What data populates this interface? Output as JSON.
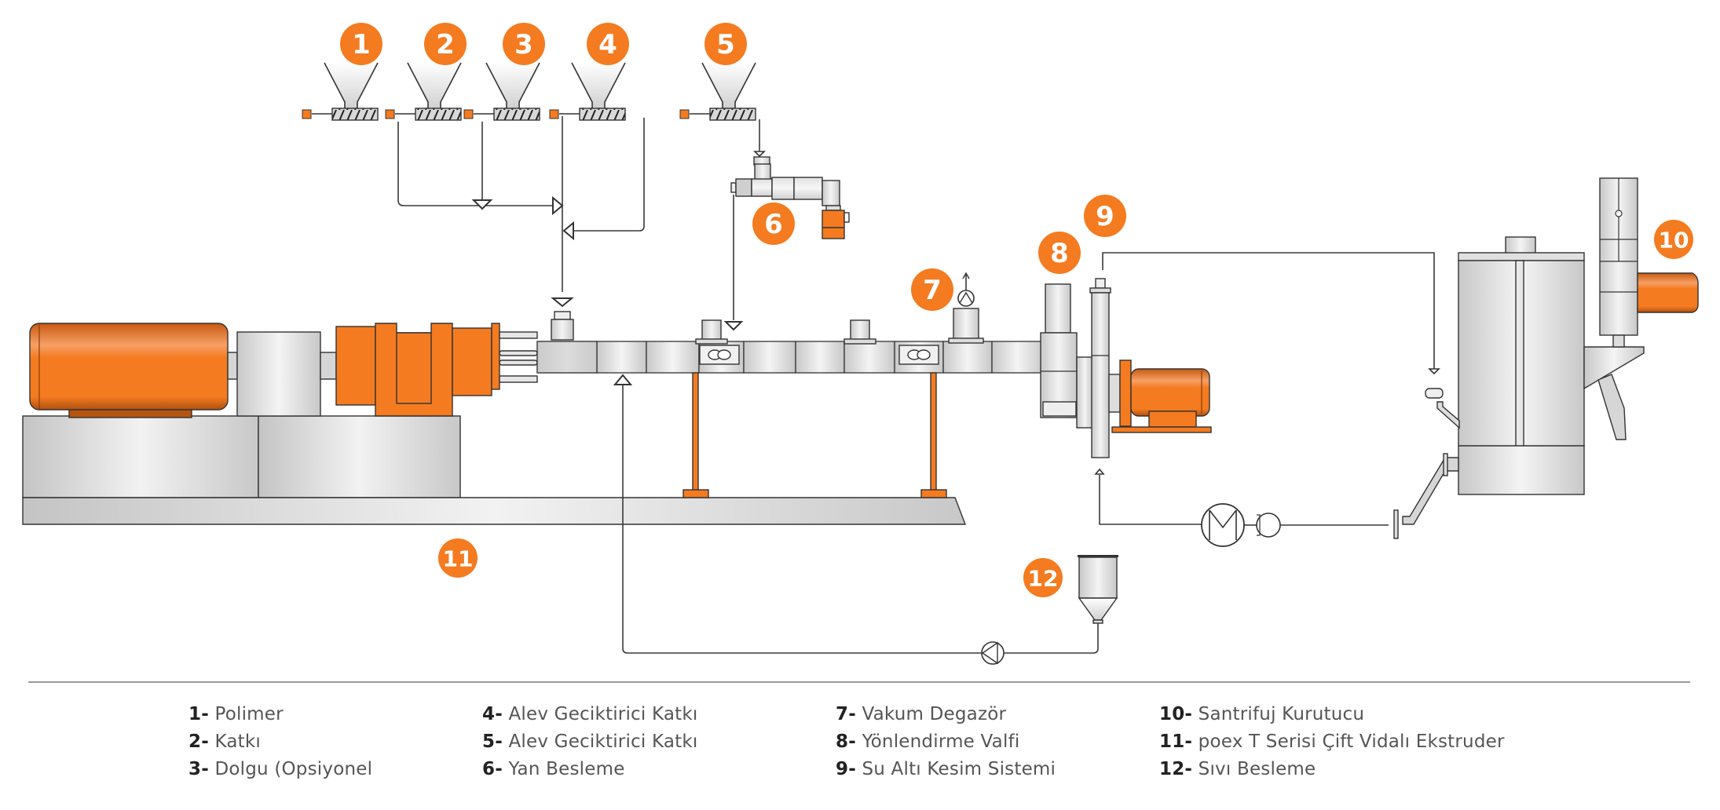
{
  "colors": {
    "accent": "#f47b20",
    "accent_dark": "#c85a12",
    "steel_light": "#f2f2f2",
    "steel_mid": "#d4d4d4",
    "steel_dark": "#b8b8b8",
    "line": "#3a3a3a",
    "divider": "#9a9a9a"
  },
  "badges": [
    {
      "id": "1",
      "text": "1"
    },
    {
      "id": "2",
      "text": "2"
    },
    {
      "id": "3",
      "text": "3"
    },
    {
      "id": "4",
      "text": "4"
    },
    {
      "id": "5",
      "text": "5"
    },
    {
      "id": "6",
      "text": "6"
    },
    {
      "id": "7",
      "text": "7"
    },
    {
      "id": "8",
      "text": "8"
    },
    {
      "id": "9",
      "text": "9"
    },
    {
      "id": "10",
      "text": "10"
    },
    {
      "id": "11",
      "text": "11"
    },
    {
      "id": "12",
      "text": "12"
    }
  ],
  "legend": [
    {
      "num": "1-",
      "label": "Polimer"
    },
    {
      "num": "2-",
      "label": "Katkı"
    },
    {
      "num": "3-",
      "label": "Dolgu (Opsiyonel"
    },
    {
      "num": "4-",
      "label": "Alev Geciktirici Katkı"
    },
    {
      "num": "5-",
      "label": "Alev Geciktirici Katkı"
    },
    {
      "num": "6-",
      "label": "Yan Besleme"
    },
    {
      "num": "7-",
      "label": "Vakum Degazör"
    },
    {
      "num": "8-",
      "label": "Yönlendirme Valfi"
    },
    {
      "num": "9-",
      "label": "Su Altı Kesim Sistemi"
    },
    {
      "num": "10-",
      "label": "Santrifuj Kurutucu"
    },
    {
      "num": "11-",
      "label": "poex T Serisi Çift Vidalı Ekstruder"
    },
    {
      "num": "12-",
      "label": "Sıvı Besleme"
    }
  ]
}
